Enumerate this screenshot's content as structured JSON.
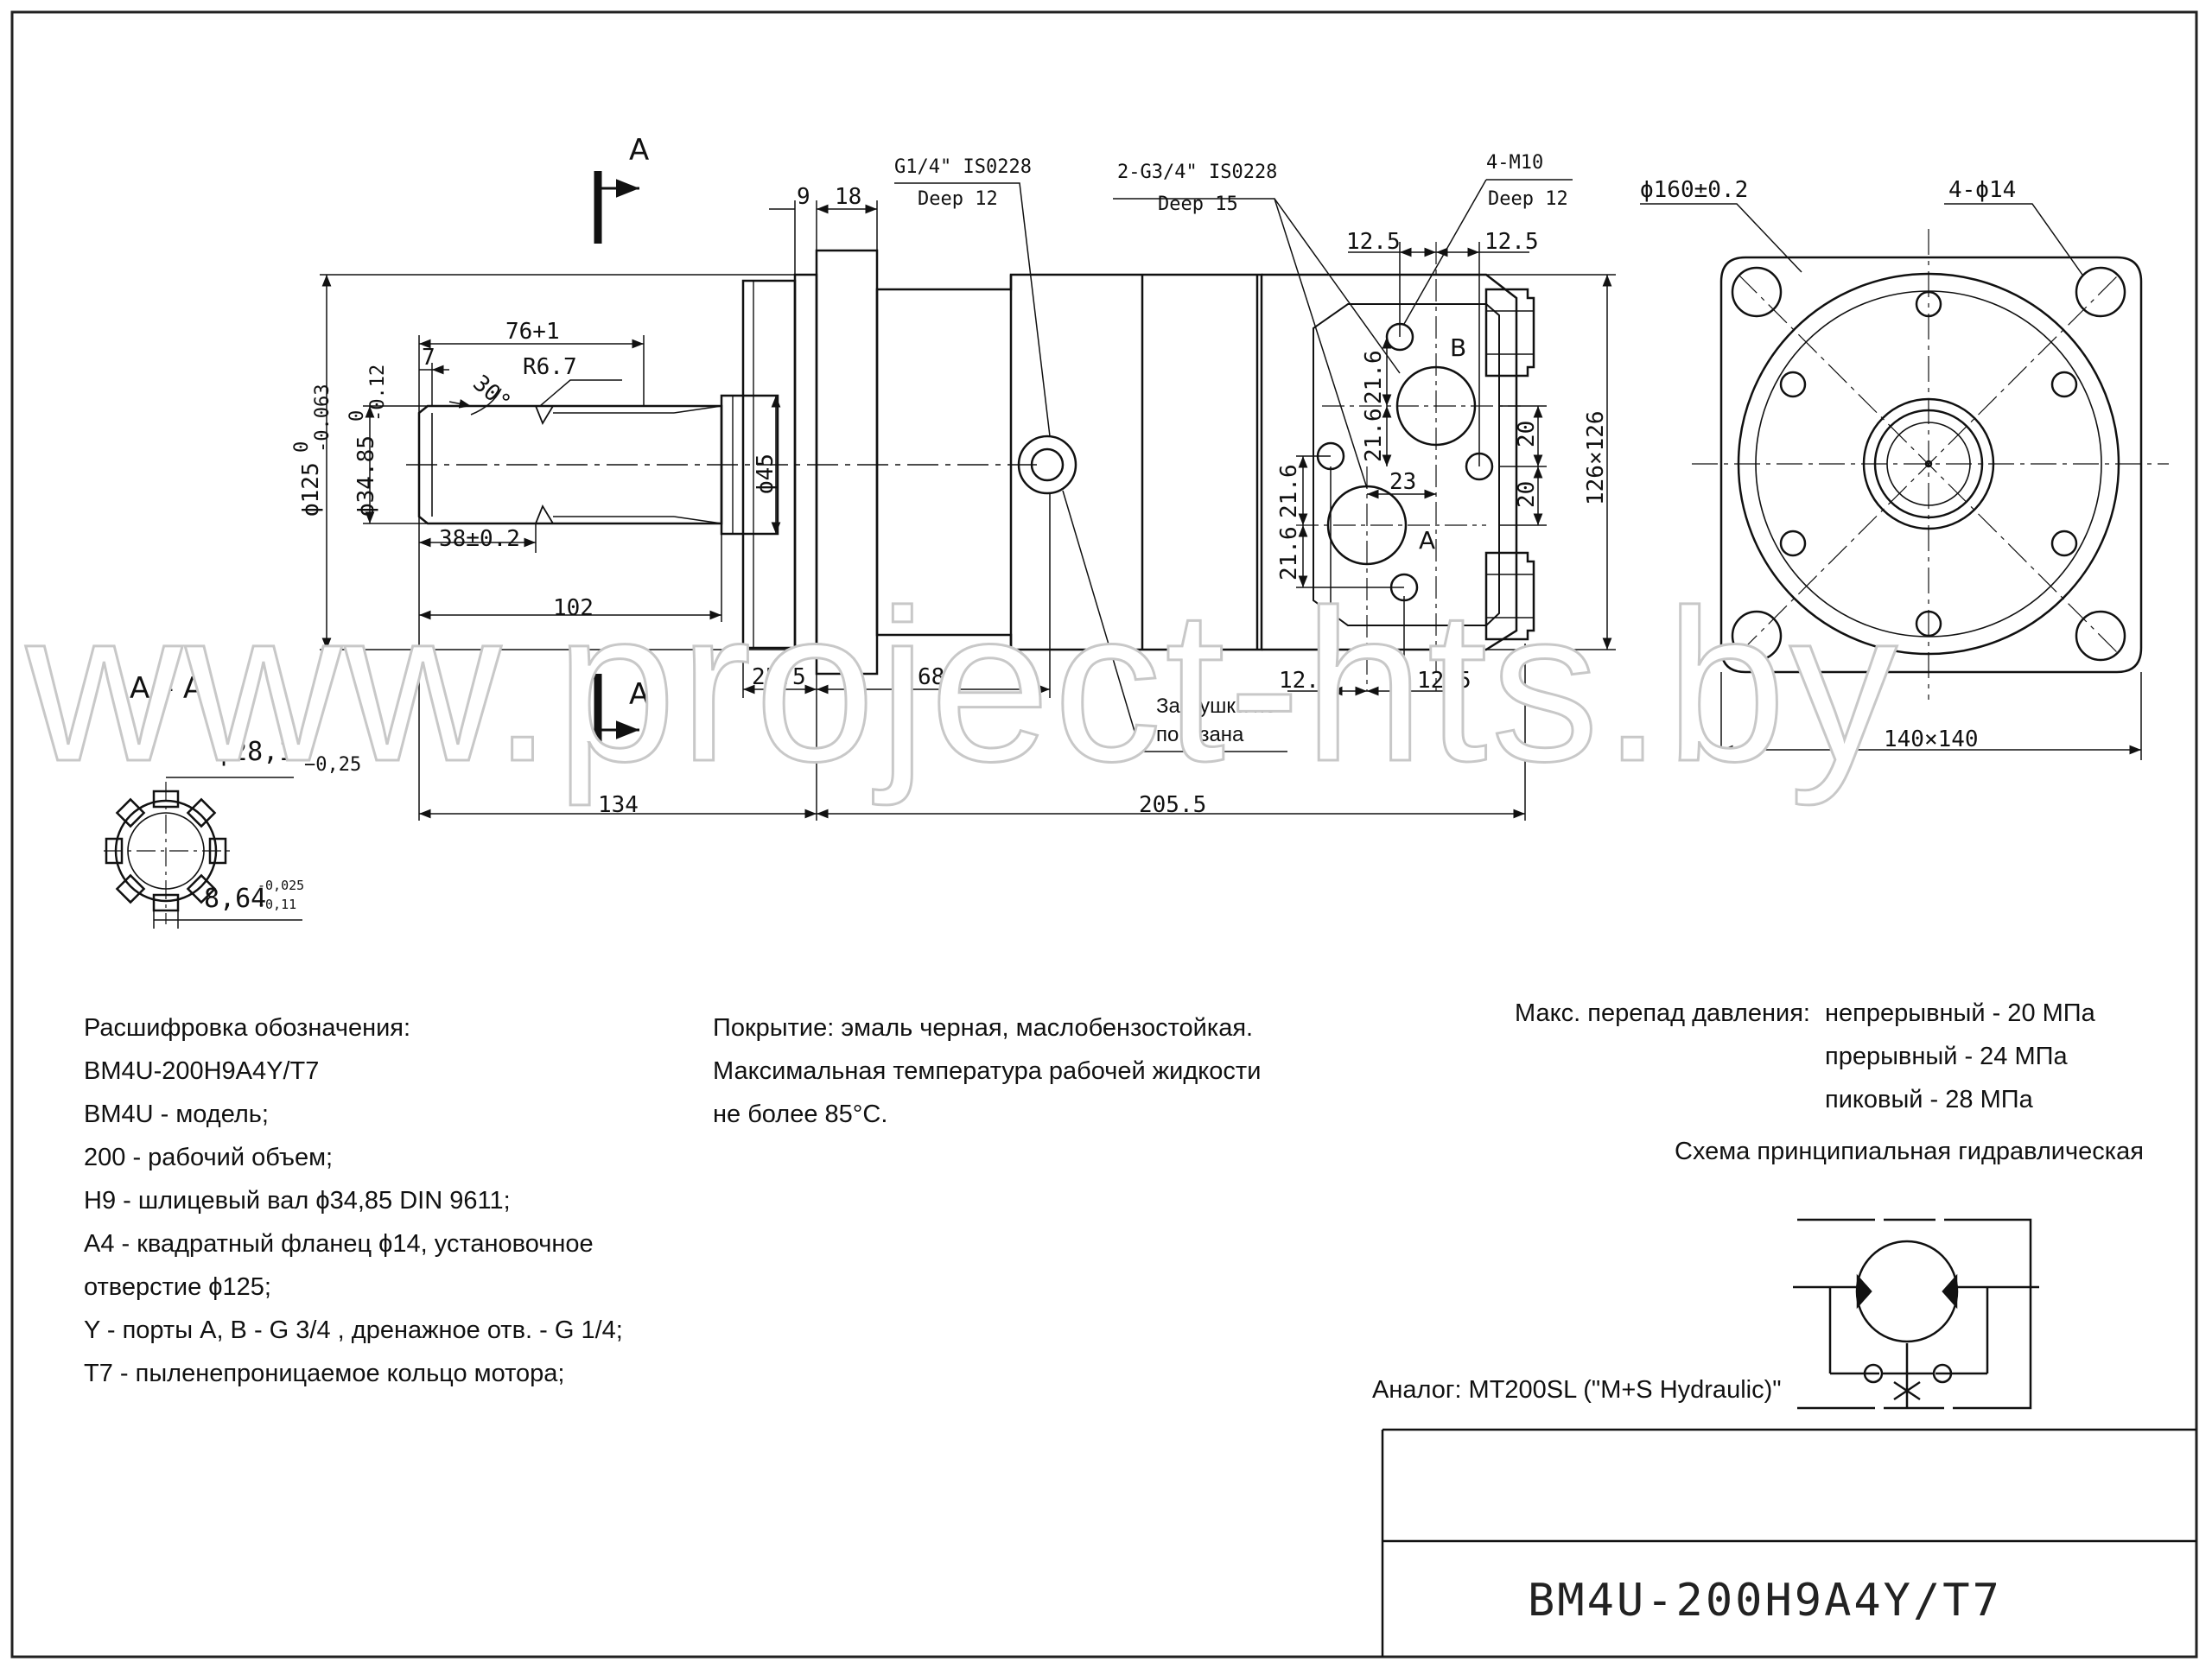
{
  "drawing": {
    "section_label": "A",
    "section_title": "A – A",
    "port_a": "A",
    "port_b": "B",
    "callouts": {
      "drain_port": [
        "G1/4\" IS0228",
        "Deep 12"
      ],
      "main_ports": [
        "2-G3/4\" IS0228",
        "Deep 15"
      ],
      "threads": [
        "4-M10",
        "Deep 12"
      ],
      "flange_diameter": "ϕ160±0.2",
      "flange_holes": "4-ϕ14",
      "plug_note": [
        "Заглушка не",
        "показана"
      ]
    },
    "dimensions": {
      "d9": "9",
      "d18": "18",
      "d76": "76+1",
      "d7": "7",
      "angle": "30°",
      "r67": "R6.7",
      "dia125": "ϕ125",
      "dia125_tol_hi": "0",
      "dia125_tol_lo": "-0.063",
      "dia3485": "ϕ34.85",
      "dia3485_tol_hi": "0",
      "dia3485_tol_lo": "-0.12",
      "dia45": "ϕ45",
      "d38": "38±0.2",
      "d102": "102",
      "d255": "25.5",
      "d68": "68",
      "d125_a": "12.5",
      "d125_b": "12.5",
      "d125_c": "12.5",
      "d125_d": "12.5",
      "d216_a": "21.6",
      "d216_b": "21.6",
      "d216_c": "21.6",
      "d216_d": "21.6",
      "d23": "23",
      "d20_a": "20",
      "d20_b": "20",
      "d126": "126×126",
      "d134": "134",
      "d2055": "205.5",
      "d140": "140×140",
      "spline_dia": "ϕ28,14",
      "spline_dia_hi": "0",
      "spline_dia_lo": "−0,25",
      "key_width": "8,64",
      "key_hi": "-0,025",
      "key_lo": "-0,11"
    },
    "watermark": "www.project-hts.by"
  },
  "notes": {
    "decoding": [
      "Расшифровка обозначения:",
      "BM4U-200H9A4Y/T7",
      "BM4U - модель;",
      "200 - рабочий объем;",
      "H9 - шлицевый вал ϕ34,85 DIN 9611;",
      "A4 - квадратный фланец ϕ14, установочное",
      "отверстие ϕ125;",
      "Y - порты A, B - G 3/4 , дренажное отв. - G 1/4;",
      "T7 - пыленепроницаемое кольцо мотора;"
    ],
    "coating": [
      "Покрытие: эмаль черная, маслобензостойкая.",
      "Максимальная температура рабочей жидкости",
      "не более 85°C."
    ],
    "pressure_label": "Макс. перепад давления:",
    "pressure": [
      "непрерывный - 20 МПа",
      "прерывный - 24 МПа",
      "пиковый - 28 МПа"
    ],
    "schema_title": "Схема принципиальная гидравлическая",
    "analog": "Аналог: MT200SL (\"M+S Hydraulic)\""
  },
  "title_block": {
    "designation": "BM4U-200H9A4Y/T7"
  }
}
